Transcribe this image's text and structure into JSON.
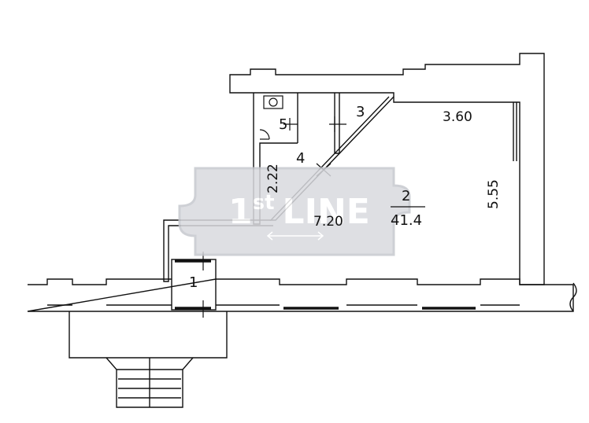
{
  "rooms": [
    {
      "number": "1"
    },
    {
      "number": "2",
      "area": "41.4"
    },
    {
      "number": "3"
    },
    {
      "number": "4"
    },
    {
      "number": "5"
    }
  ],
  "dimensions": {
    "top_right_width": "3.60",
    "right_height": "5.55",
    "left_height": "2.22",
    "bottom_width": "7.20"
  },
  "watermark": {
    "prefix": "1",
    "superscript": "st",
    "suffix": "LINE"
  },
  "colors": {
    "line": "#111111",
    "watermark_fill": "#d9dadf",
    "watermark_border": "#c6c8ce"
  }
}
